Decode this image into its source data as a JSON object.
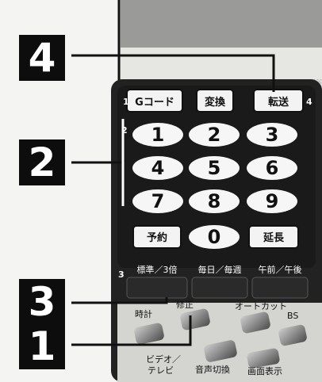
{
  "callouts": [
    {
      "number": "4"
    },
    {
      "number": "2"
    },
    {
      "number": "3"
    },
    {
      "number": "1"
    }
  ],
  "remote": {
    "top_left_marker": "1",
    "top_right_marker": "4",
    "numpad_marker": "2",
    "bottom_marker": "3",
    "top_buttons": [
      "Gコード",
      "変換",
      "転送"
    ],
    "number_keys": [
      "1",
      "2",
      "3",
      "4",
      "5",
      "6",
      "7",
      "8",
      "9"
    ],
    "bottom_keys": [
      "予約",
      "0",
      "延長"
    ],
    "mode_labels": [
      "標準／3倍",
      "毎日／毎週",
      "午前／午後"
    ],
    "lower_labels": {
      "clock": "時計",
      "correct": "修正",
      "autocut": "オートカット",
      "bs": "BS",
      "video_tv": [
        "ビデオ／",
        "テレビ"
      ],
      "audio_switch": "音声切換",
      "display": "画面表示"
    }
  },
  "colors": {
    "callout_bg": "#0d0d0d",
    "callout_fg": "#ffffff",
    "remote_body": "#222222",
    "key_white": "#f6f6f6"
  }
}
